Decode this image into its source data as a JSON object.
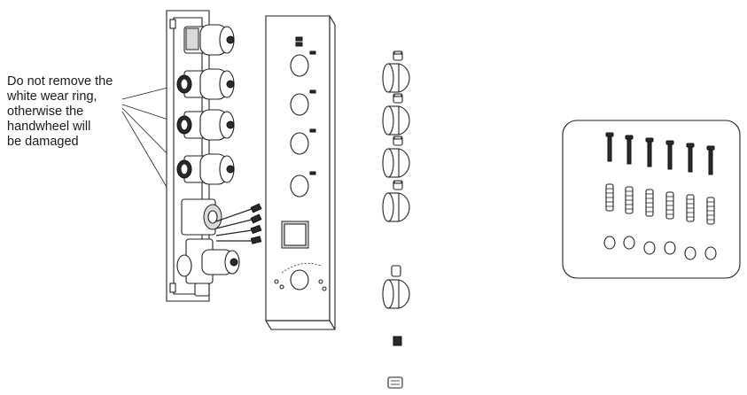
{
  "callout": {
    "lines": [
      "Do not remove the",
      "white wear ring,",
      "otherwise the",
      "handwheel will",
      "be damaged"
    ]
  },
  "parts": {
    "valve_body_cartridges": 5,
    "panel_knob_holes": 5,
    "handwheels": 5,
    "accessory_kit": {
      "screws": 6,
      "wall_plugs": 6,
      "o_rings": 6
    }
  }
}
